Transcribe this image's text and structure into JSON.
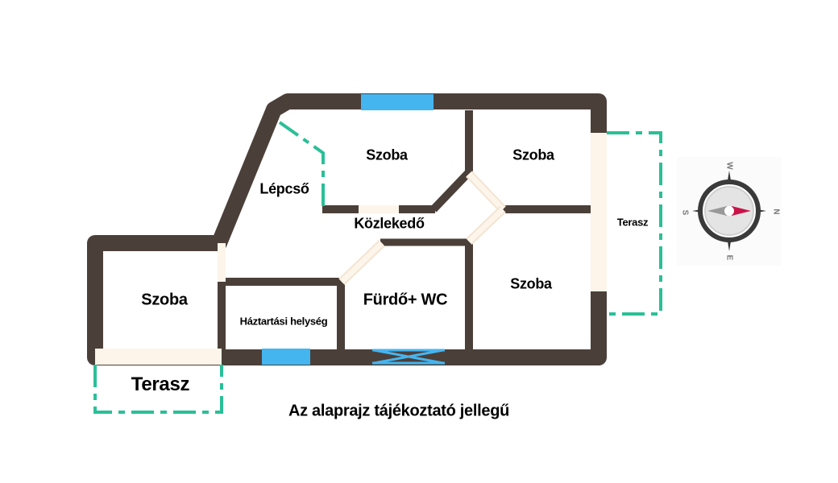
{
  "rooms": {
    "szoba_top": "Szoba",
    "szoba_top_right": "Szoba",
    "szoba_right": "Szoba",
    "szoba_left": "Szoba",
    "lepcso": "Lépcső",
    "kozlekedo": "Közlekedő",
    "furdo": "Fürdő+ WC",
    "haztartasi": "Háztartási helység",
    "terasz_right": "Terasz",
    "terasz_bottom": "Terasz"
  },
  "caption": "Az alaprajz tájékoztató jellegű",
  "compass": {
    "n": "N",
    "s": "S",
    "e": "E",
    "w": "W"
  },
  "colors": {
    "wall": "#4b3f39",
    "window": "#45b5f0",
    "door": "#fdf5ea",
    "terrace": "#2bbf97",
    "needle": "#c8144a"
  }
}
